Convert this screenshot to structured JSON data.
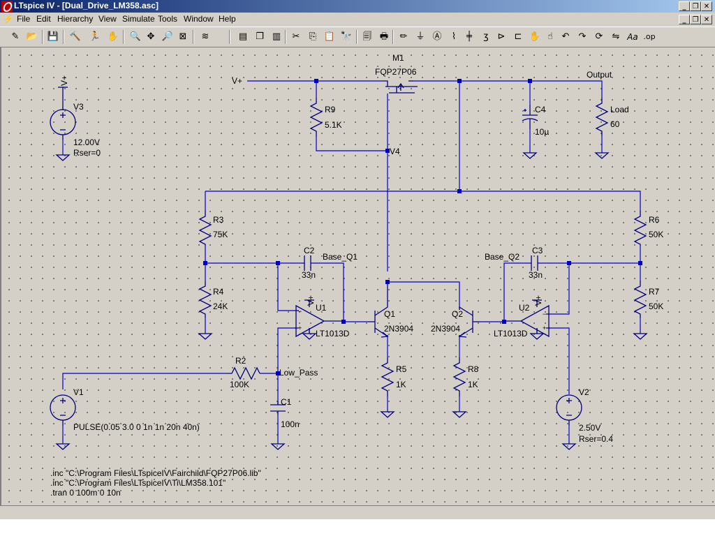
{
  "window": {
    "title": "LTspice IV - [Dual_Drive_LM358.asc]"
  },
  "menu": [
    {
      "name": "menu-file",
      "label": "File"
    },
    {
      "name": "menu-edit",
      "label": "Edit"
    },
    {
      "name": "menu-hierarchy",
      "label": "Hierarchy"
    },
    {
      "name": "menu-view",
      "label": "View"
    },
    {
      "name": "menu-simulate",
      "label": "Simulate"
    },
    {
      "name": "menu-tools",
      "label": "Tools"
    },
    {
      "name": "menu-window",
      "label": "Window"
    },
    {
      "name": "menu-help",
      "label": "Help"
    }
  ],
  "toolbar": {
    "icons": [
      "new-schematic-icon",
      "open-icon",
      "save-icon",
      "control-panel-icon",
      "run-icon",
      "halt-icon",
      "zoom-in-icon",
      "pan-icon",
      "zoom-out-icon",
      "zoom-fit-icon",
      "autorange-icon",
      "tile-horizontal-icon",
      "cascade-icon",
      "tile-vertical-icon",
      "cut-icon",
      "copy-icon",
      "paste-icon",
      "find-icon",
      "print-preview-icon",
      "print-icon",
      "draw-wire-icon",
      "ground-icon",
      "label-net-icon",
      "resistor-icon",
      "capacitor-icon",
      "inductor-icon",
      "diode-icon",
      "component-icon",
      "move-icon",
      "drag-icon",
      "undo-icon",
      "redo-icon",
      "rotate-icon",
      "mirror-icon",
      "text-icon",
      "spice-directive-icon"
    ],
    "text_aa": "Aa",
    "text_op": ".op"
  },
  "schematic": {
    "labels": {
      "v_plus_net": "V+",
      "output_net": "Output",
      "v4_net": "V4",
      "base_q1_net": "Base_Q1",
      "base_q2_net": "Base_Q2",
      "low_pass_net": "Low_Pass",
      "m1_name": "M1",
      "m1_model": "FQP27P06",
      "r9_name": "R9",
      "r9_value": "5.1K",
      "c4_name": "C4",
      "c4_value": "10µ",
      "load_name": "Load",
      "load_value": "60",
      "v3_name": "V3",
      "v3_value": "12.00V",
      "v3_rser": "Rser=0",
      "v3_vplus": "V+",
      "r3_name": "R3",
      "r3_value": "75K",
      "r4_name": "R4",
      "r4_value": "24K",
      "r6_name": "R6",
      "r6_value": "50K",
      "r7_name": "R7",
      "r7_value": "50K",
      "c2_name": "C2",
      "c2_value": "33n",
      "c3_name": "C3",
      "c3_value": "33n",
      "u1_name": "U1",
      "u1_model": "LT1013D",
      "u1_vplus": "V+",
      "u2_name": "U2",
      "u2_model": "LT1013D",
      "u2_vplus": "V+",
      "q1_name": "Q1",
      "q1_model": "2N3904",
      "q2_name": "Q2",
      "q2_model": "2N3904",
      "r5_name": "R5",
      "r5_value": "1K",
      "r8_name": "R8",
      "r8_value": "1K",
      "r2_name": "R2",
      "r2_value": "100K",
      "c1_name": "C1",
      "c1_value": "100n",
      "v1_name": "V1",
      "v1_value": "PULSE(0.05 3.0 0 1n 1n 20n 40n)",
      "v2_name": "V2",
      "v2_value": "2.50V",
      "v2_rser": "Rser=0.4"
    },
    "directives": [
      ".inc \"C:\\Program Files\\LTspiceIV\\Fairchild\\FQP27P06.lib\"",
      ".inc \"C:\\Program Files\\LTspiceIV\\Ti\\LM358.101\"",
      ".tran 0 100m 0 10n"
    ]
  },
  "colors": {
    "wire": "#0000cc",
    "component": "#000080",
    "background": "#d4d0c8",
    "titlebar": "#0a246a"
  }
}
